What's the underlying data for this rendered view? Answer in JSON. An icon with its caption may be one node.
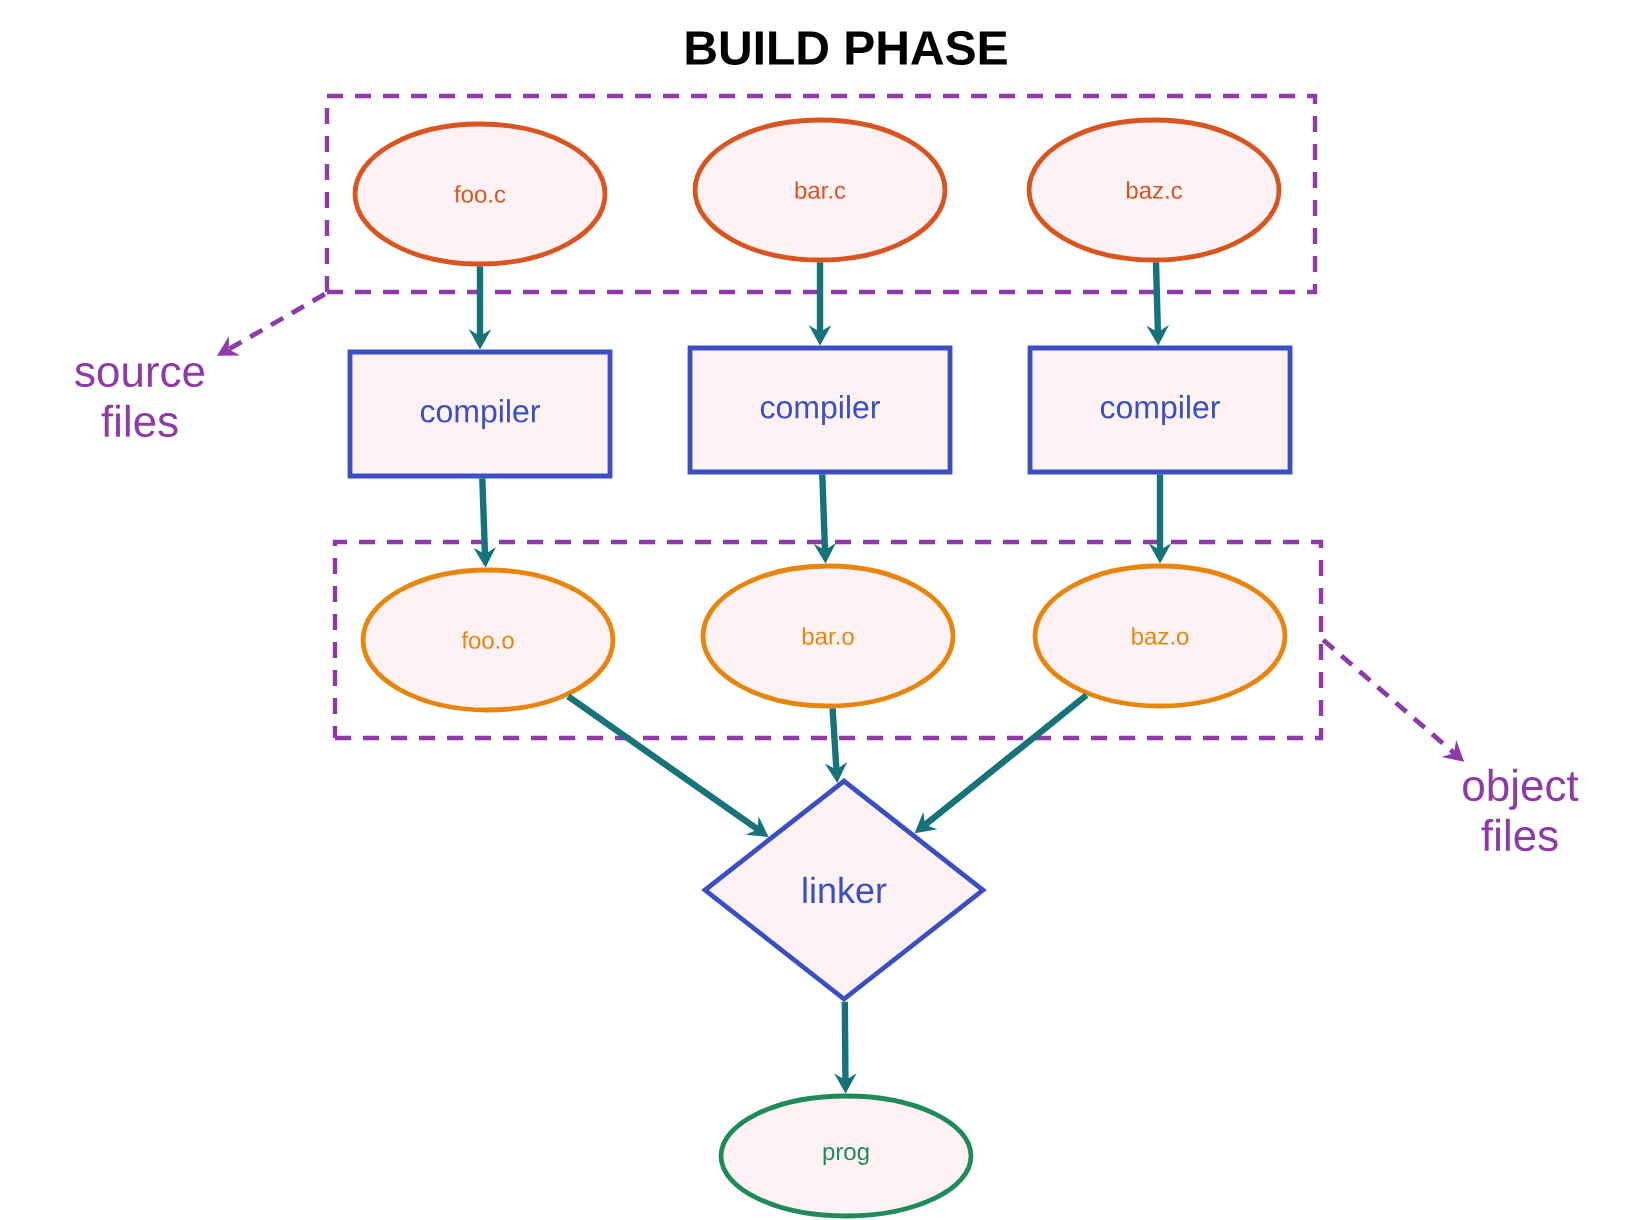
{
  "diagram": {
    "title": "BUILD PHASE",
    "nodes": [
      {
        "text": [],
        "shape": "box"
      },
      {
        "text": [
          "foo.c"
        ],
        "in": 0
      },
      {
        "text": [
          "bar.c"
        ],
        "in": 0
      },
      {
        "text": [
          "baz.c"
        ],
        "in": 0
      },
      {
        "text": [
          "compiler"
        ]
      },
      {
        "text": [
          "compiler"
        ]
      },
      {
        "text": [
          "compiler"
        ]
      },
      {
        "text": [],
        "shape": "box"
      },
      {
        "text": [
          "foo.o"
        ],
        "in": 7
      },
      {
        "text": [
          "bar.o"
        ],
        "in": 7
      },
      {
        "text": [
          "baz.o"
        ],
        "in": 7
      },
      {
        "text": [
          "linker"
        ]
      },
      {
        "text": [
          "prog"
        ]
      },
      {
        "text": [
          "source files"
        ]
      },
      {
        "text": [
          "object files"
        ]
      }
    ],
    "edges": [
      {
        "from": 1,
        "to": 4,
        "arrow": "to"
      },
      {
        "from": 2,
        "to": 5,
        "arrow": "to"
      },
      {
        "from": 3,
        "to": 6,
        "arrow": "to"
      },
      {
        "from": 4,
        "to": 8,
        "arrow": "to"
      },
      {
        "from": 5,
        "to": 9,
        "arrow": "to"
      },
      {
        "from": 6,
        "to": 10,
        "arrow": "to"
      },
      {
        "from": 8,
        "to": 11,
        "arrow": "to"
      },
      {
        "from": 9,
        "to": 11,
        "arrow": "to"
      },
      {
        "from": 10,
        "to": 11,
        "arrow": "to"
      },
      {
        "from": 11,
        "to": 12,
        "arrow": "to"
      },
      {
        "from": 0,
        "to": 13,
        "arrow": "to",
        "style": "dashed",
        "color": "#8e3aa8"
      },
      {
        "from": 7,
        "to": 14,
        "arrow": "to",
        "style": "dashed",
        "color": "#8e3aa8"
      }
    ]
  }
}
